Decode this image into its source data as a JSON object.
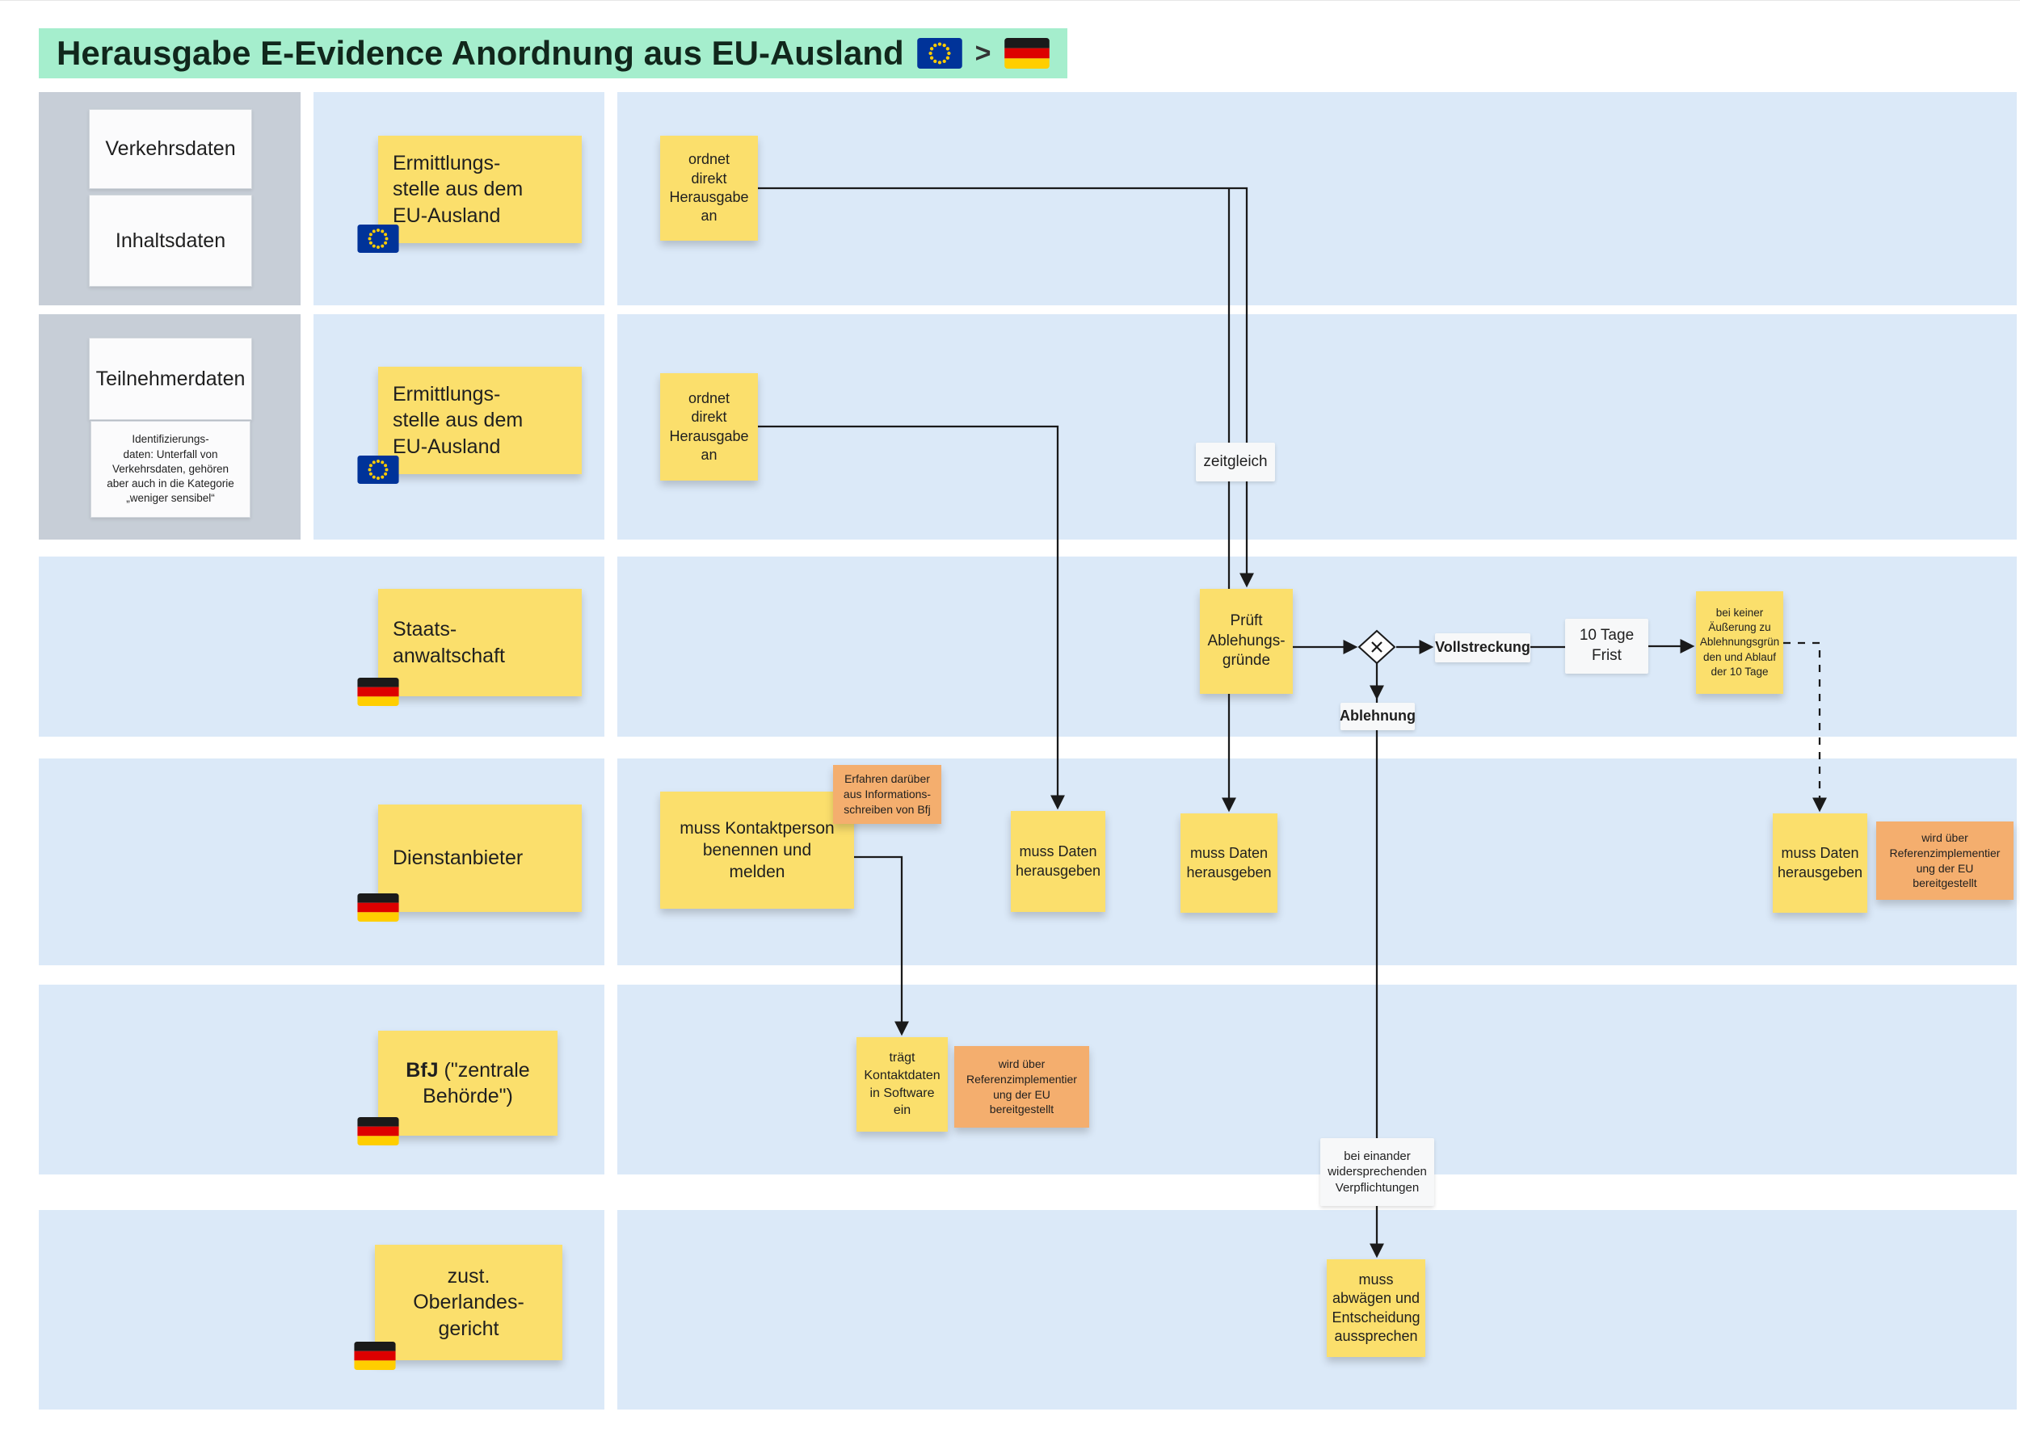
{
  "title": {
    "text": "Herausgabe E-Evidence Anordnung aus EU-Ausland",
    "separator": ">"
  },
  "colors": {
    "lane_blue": "#dbe9f8",
    "panel_gray": "#c7ced7",
    "sticky_yellow": "#fbdf6c",
    "sticky_orange": "#f4ae6e",
    "title_highlight": "#a5eecd",
    "connector": "#1a1a1a"
  },
  "data_categories": {
    "verkehrsdaten": "Verkehrsdaten",
    "inhaltsdaten": "Inhaltsdaten",
    "teilnehmerdaten": "Teilnehmerdaten",
    "identifizierung_note": "Identifizierungs-\ndaten: Unterfall von\nVerkehrsdaten, gehören\naber auch in die Kategorie\n„weniger sensibel“"
  },
  "actors": [
    {
      "label": "Ermittlungs-\nstelle aus dem\nEU-Ausland",
      "flag": "eu"
    },
    {
      "label": "Ermittlungs-\nstelle aus dem\nEU-Ausland",
      "flag": "eu"
    },
    {
      "label": "Staats-\nanwaltschaft",
      "flag": "de"
    },
    {
      "label": "Dienstanbieter",
      "flag": "de"
    },
    {
      "label_bold": "BfJ",
      "label_rest": " (\"zentrale\nBehörde\")",
      "flag": "de"
    },
    {
      "label": "zust.\nOberlandes-\ngericht",
      "flag": "de"
    }
  ],
  "nodes": {
    "ordnet_1": "ordnet\ndirekt\nHerausgabe\nan",
    "ordnet_2": "ordnet\ndirekt\nHerausgabe\nan",
    "prueft": "Prüft\nAblehungs-\ngründe",
    "muss_daten_1": "muss Daten\nherausgeben",
    "muss_daten_2": "muss Daten\nherausgeben",
    "muss_daten_3": "muss Daten\nherausgeben",
    "bei_keiner": "bei keiner\nÄußerung zu\nAblehnungsgrün\nden und Ablauf\nder 10 Tage",
    "muss_kontaktperson": "muss Kontaktperson\nbenennen und\nmelden",
    "traegt_kontaktdaten": "trägt\nKontaktdaten\nin Software\nein",
    "muss_abwaegen": "muss\nabwägen und\nEntscheidung\naussprechen",
    "erfahren": "Erfahren darüber\naus Informations-\nschreiben von Bfj",
    "wird_ueber_1": "wird über\nReferenzimplementier\nung der EU\nbereitgestellt",
    "wird_ueber_2": "wird über\nReferenzimplementier\nung der EU\nbereitgestellt"
  },
  "labels": {
    "zeitgleich": "zeitgleich",
    "frist": "10 Tage\nFrist",
    "vollstreckung": "Vollstreckung",
    "ablehnung": "Ablehnung",
    "bei_einander": "bei einander\nwidersprechenden\nVerpflichtungen"
  }
}
